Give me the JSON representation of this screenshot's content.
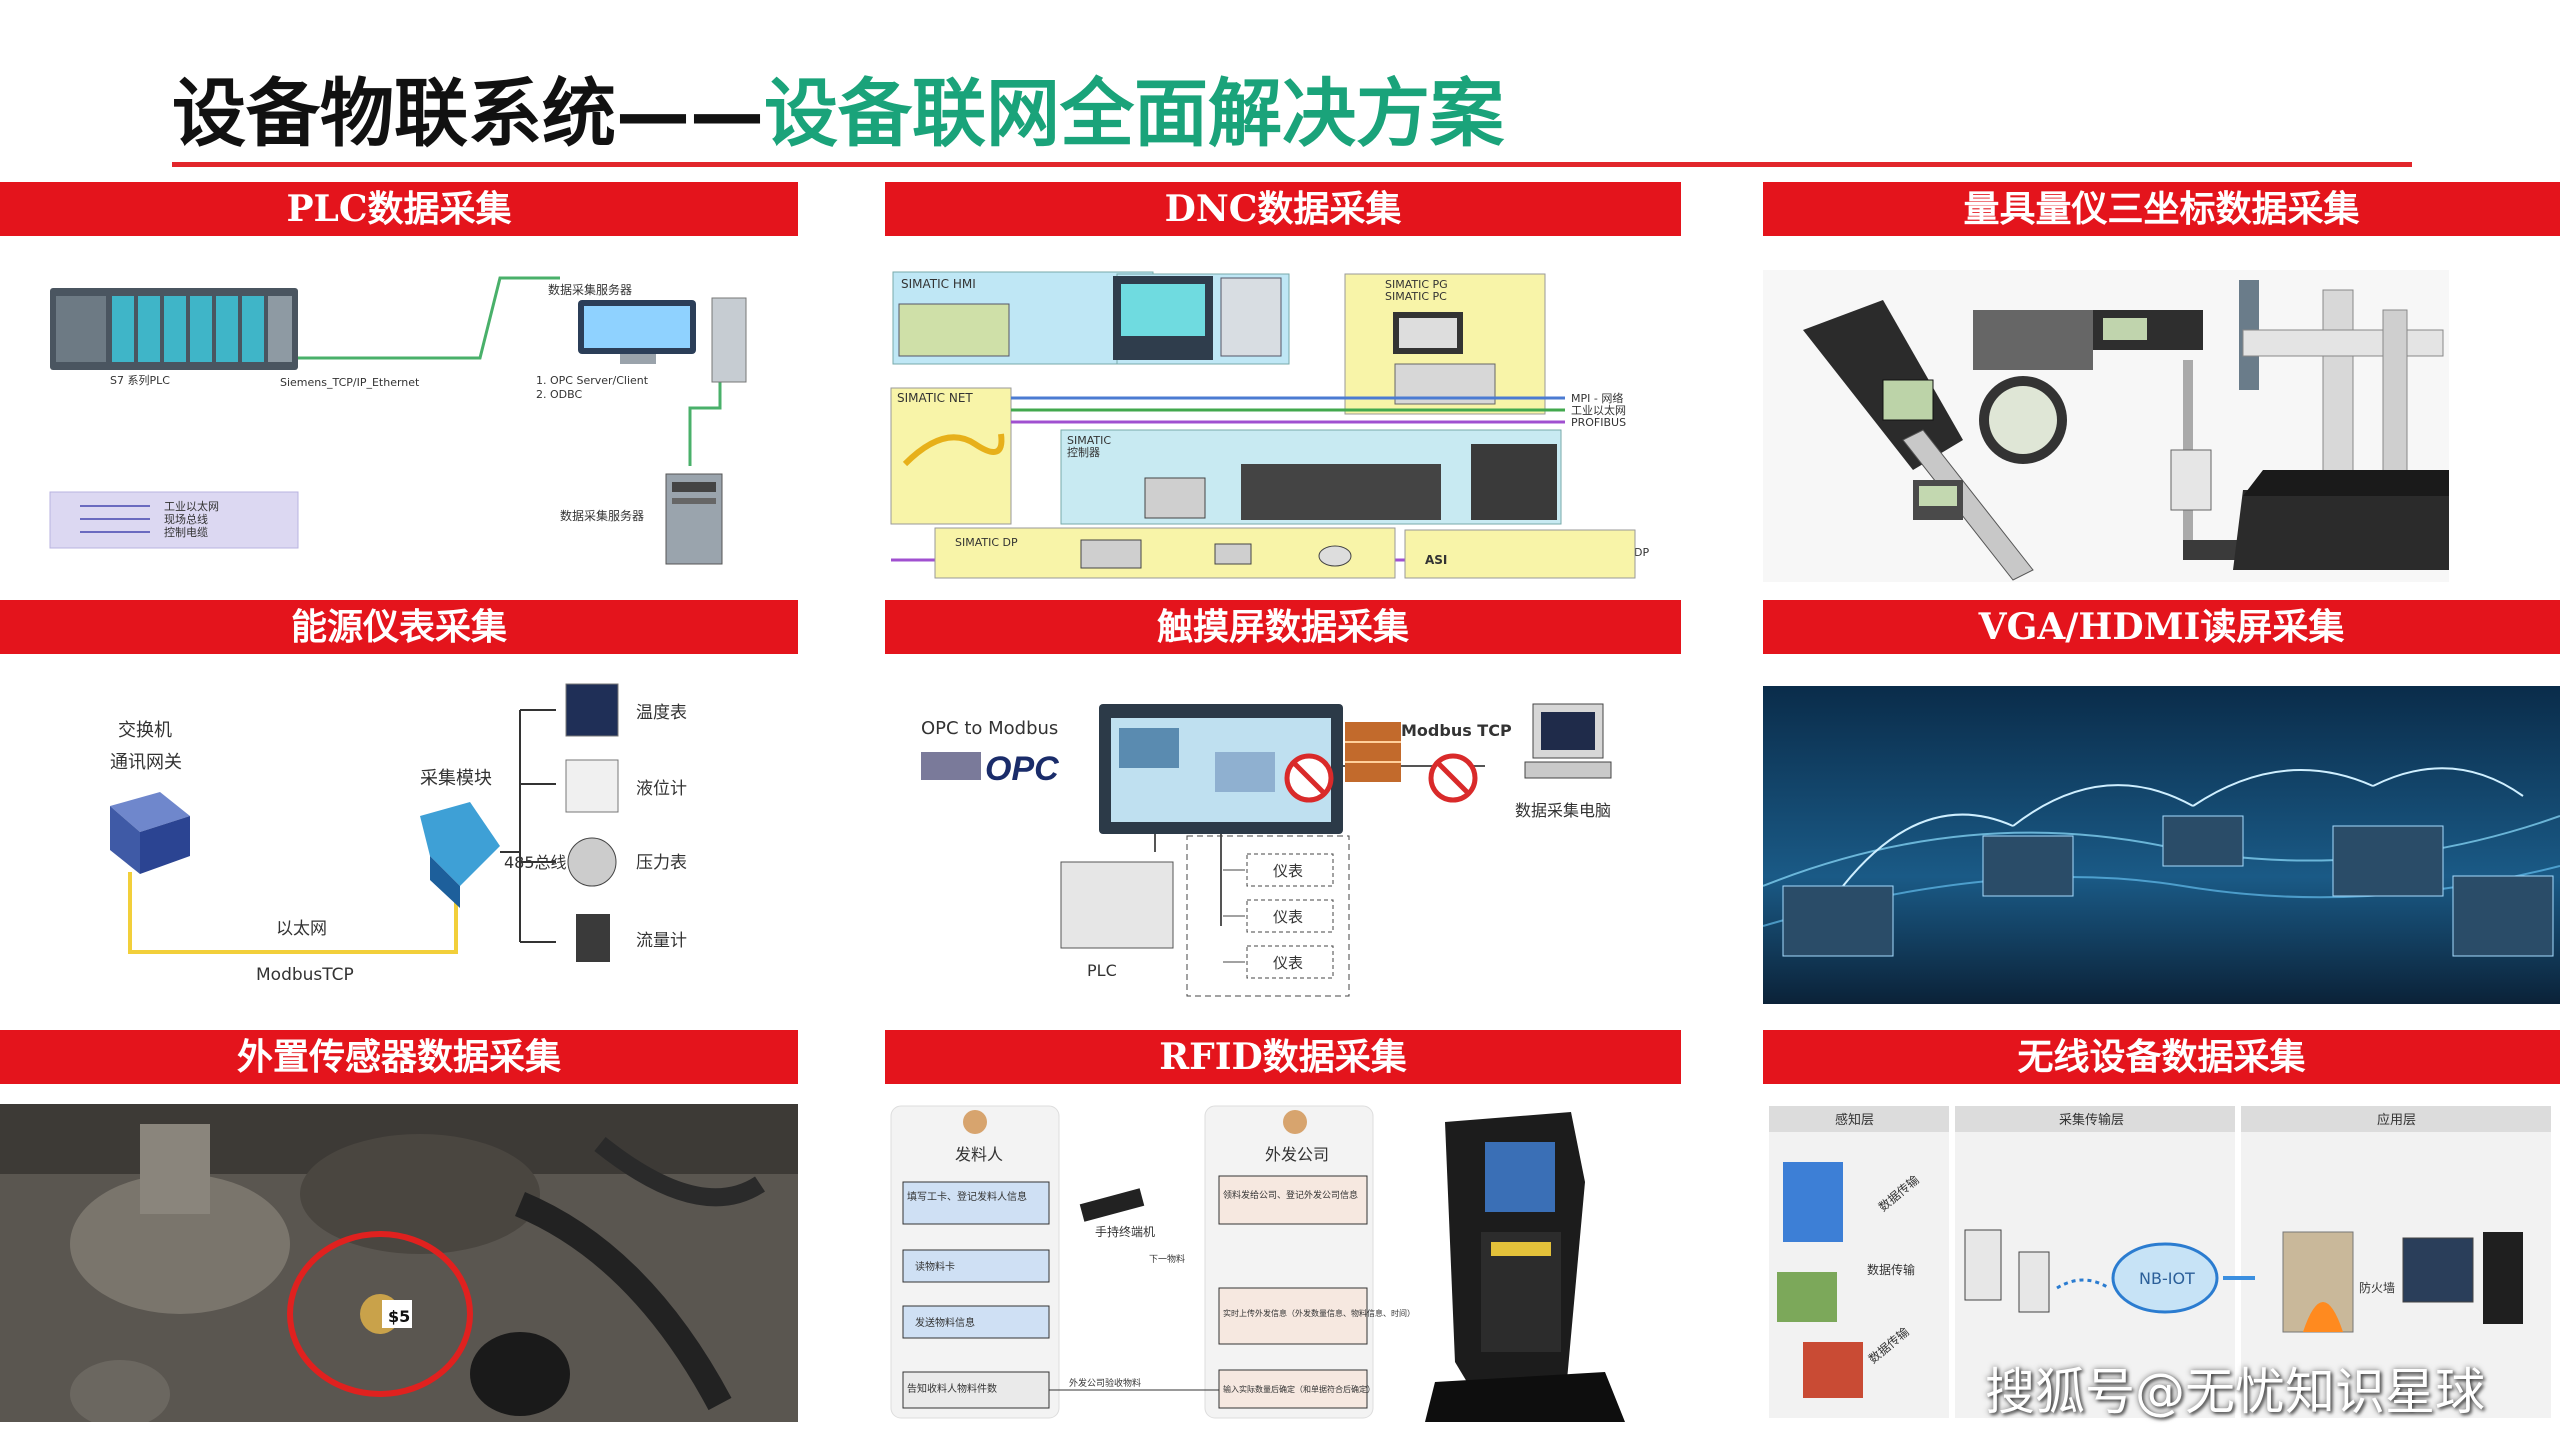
{
  "title": {
    "part1": "设备物联系统——",
    "part2": "设备联网全面解决方案"
  },
  "colors": {
    "accent_red": "#e4141c",
    "title_green": "#1aa37a",
    "rule_red": "#e2262b"
  },
  "panels": {
    "plc": {
      "label": "PLC数据采集",
      "diagram": {
        "plc_model": "S7 系列PLC",
        "protocol": "Siemens_TCP/IP_Ethernet",
        "server_top": "数据采集服务器",
        "server_list_1": "1. OPC Server/Client",
        "server_list_2": "2. ODBC",
        "server_bottom": "数据采集服务器",
        "legend": [
          "工业以太网",
          "现场总线",
          "控制电缆"
        ]
      }
    },
    "dnc": {
      "label": "DNC数据采集",
      "diagram": {
        "hmi": "SIMATIC HMI",
        "pg": "SIMATIC PG\nSIMATIC PC",
        "net": "SIMATIC NET",
        "controller": "SIMATIC\n控制器",
        "dp": "SIMATIC DP",
        "asi": "ASI",
        "legend": [
          "MPI - 网络",
          "工业以太网",
          "PROFIBUS"
        ],
        "profibus_dp": "PROFIBUS-DP"
      }
    },
    "gauge": {
      "label": "量具量仪三坐标数据采集"
    },
    "energy": {
      "label": "能源仪表采集",
      "diagram": {
        "switch": "交换机",
        "gateway": "通讯网关",
        "module": "采集模块",
        "bus": "485总线",
        "ethernet": "以太网",
        "protocol": "ModbusTCP",
        "meters": [
          "温度表",
          "液位计",
          "压力表",
          "流量计"
        ]
      }
    },
    "touch": {
      "label": "触摸屏数据采集",
      "diagram": {
        "opc_modbus": "OPC to Modbus",
        "opc_logo": "OPC",
        "modbus_tcp": "Modbus TCP",
        "pc": "数据采集电脑",
        "plc": "PLC",
        "meters": [
          "仪表",
          "仪表",
          "仪表"
        ]
      }
    },
    "vga": {
      "label": "VGA/HDMI读屏采集"
    },
    "sensor": {
      "label": "外置传感器数据采集",
      "tag": "$5"
    },
    "rfid": {
      "label": "RFID数据采集",
      "diagram": {
        "sender": "发料人",
        "outsource": "外发公司",
        "handheld": "手持终端机",
        "next_material": "下一物料",
        "steps_left": [
          "填写工卡、登记发料人信息",
          "读物料卡",
          "发送物料信息",
          "告知收料人物料件数"
        ],
        "steps_right": [
          "领料发给公司、登记外发公司信息",
          "实时上传外发信息（外发数量信息、物料信息、时间）",
          "输入实际数量后确定（和单据符合后确定）"
        ],
        "bottom_flow": "外发公司验收物料"
      }
    },
    "wireless": {
      "label": "无线设备数据采集",
      "diagram": {
        "columns": [
          "感知层",
          "采集传输层",
          "应用层"
        ],
        "links": [
          "数据传输",
          "数据传输",
          "数据传输"
        ],
        "nbiot": "NB-IOT",
        "firewall": "防火墙"
      }
    }
  },
  "watermark": "搜狐号@无忧知识星球"
}
